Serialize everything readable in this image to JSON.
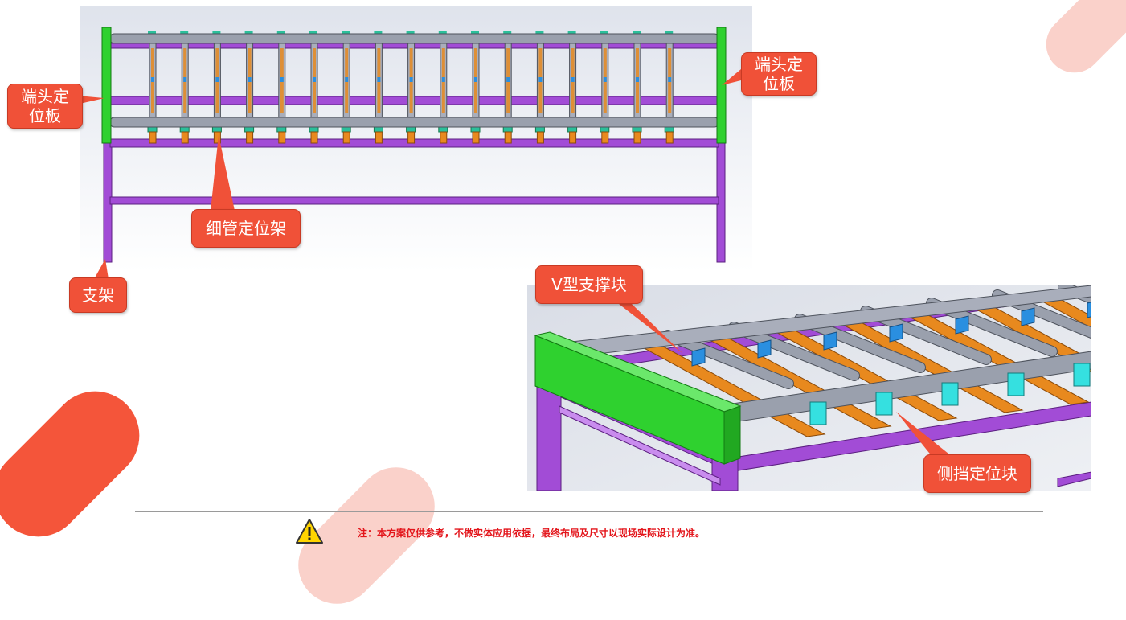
{
  "colors": {
    "accent": "#f05138",
    "frame": "#a24cd6",
    "end_plate": "#2fd12f",
    "tube": "#9aa0ad",
    "holder": "#e8891e",
    "v_block": "#2a8fe0",
    "side_block": "#35e0e0",
    "note": "#e3151b"
  },
  "callouts": {
    "end_plate_left": "端头定\n位板",
    "end_plate_right": "端头定\n位板",
    "tube_holder": "细管定位架",
    "support": "支架",
    "v_block": "V型支撑块",
    "side_block": "侧挡定位块"
  },
  "note": {
    "icon": "warning-icon",
    "text": "注：本方案仅供参考，不做实体应用依据，最终布局及尺寸以现场实际设计为准。"
  }
}
